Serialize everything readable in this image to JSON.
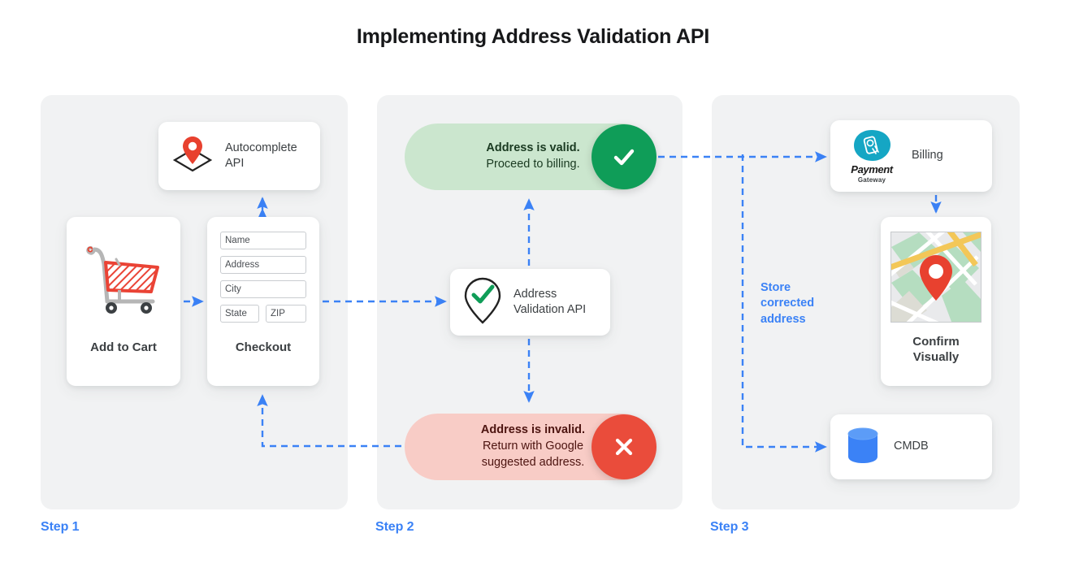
{
  "title": "Implementing Address Validation API",
  "colors": {
    "accent_blue": "#3b82f6",
    "panel_bg": "#f1f2f3",
    "valid_pill_bg": "#cbe6ce",
    "valid_circle": "#0f9d58",
    "invalid_pill_bg": "#f8ccc6",
    "invalid_circle": "#ea4c3b",
    "pin_red": "#e8412f",
    "cmdb_blue": "#3b82f6",
    "payment_teal": "#15a6c4",
    "text_dark": "#3c4043"
  },
  "steps": [
    {
      "label": "Step 1"
    },
    {
      "label": "Step 2"
    },
    {
      "label": "Step 3"
    }
  ],
  "step1": {
    "autocomplete": {
      "label": "Autocomplete\nAPI",
      "icon": "map-pin-diamond-icon"
    },
    "add_to_cart": {
      "caption": "Add to Cart",
      "icon": "shopping-cart-icon"
    },
    "checkout": {
      "caption": "Checkout",
      "fields": [
        {
          "name": "name-field",
          "value": "Name"
        },
        {
          "name": "address-field",
          "value": "Address"
        },
        {
          "name": "city-field",
          "value": "City"
        }
      ],
      "field_row": [
        {
          "name": "state-field",
          "value": "State"
        },
        {
          "name": "zip-field",
          "value": "ZIP"
        }
      ]
    }
  },
  "step2": {
    "valid": {
      "line1": "Address is valid.",
      "line2": "Proceed to billing.",
      "icon": "check-circle-icon"
    },
    "validation_api": {
      "label": "Address\nValidation API",
      "icon": "pin-check-icon"
    },
    "invalid": {
      "line1": "Address is invalid.",
      "line2": "Return with Google\nsuggested address.",
      "icon": "x-circle-icon"
    }
  },
  "step3": {
    "billing": {
      "label": "Billing",
      "logo_word1": "Payment",
      "logo_word2": "Gateway",
      "icon": "payment-gateway-icon"
    },
    "confirm": {
      "caption": "Confirm\nVisually",
      "icon": "map-thumbnail-icon"
    },
    "cmdb": {
      "label": "CMDB",
      "icon": "database-cylinder-icon"
    },
    "store_annotation": "Store\ncorrected\naddress"
  }
}
